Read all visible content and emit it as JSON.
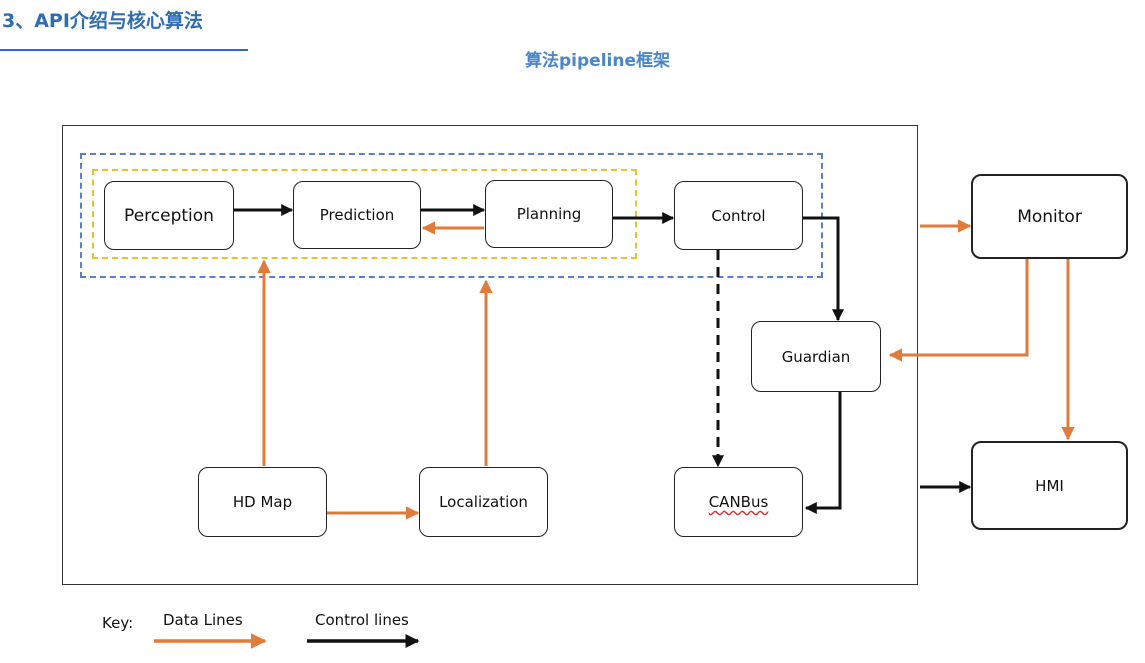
{
  "header": {
    "title": "3、API介绍与核心算法",
    "diagram_title": "算法pipeline框架"
  },
  "nodes": {
    "perception": "Perception",
    "prediction": "Prediction",
    "planning": "Planning",
    "control": "Control",
    "monitor": "Monitor",
    "guardian": "Guardian",
    "hmi": "HMI",
    "hd_map": "HD Map",
    "localization": "Localization",
    "canbus": "CANBus"
  },
  "legend": {
    "key": "Key:",
    "data_lines": "Data Lines",
    "control_lines": "Control lines"
  },
  "colors": {
    "data_line": "#e07b39",
    "control_line": "#111111",
    "outer_group": "#5b7fc4",
    "inner_group": "#e6c131",
    "title": "#2e6db4"
  }
}
